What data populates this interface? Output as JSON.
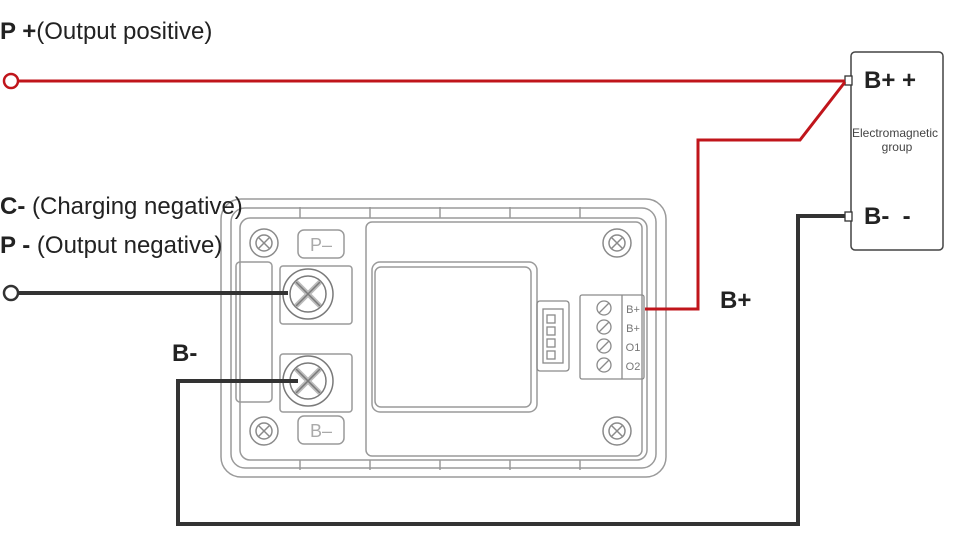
{
  "labels": {
    "p_plus_mark": "P +",
    "p_plus_desc": "(Output positive)",
    "c_minus_mark": "C-",
    "c_minus_desc": "(Charging negative)",
    "p_minus_mark": "P -",
    "p_minus_desc": "(Output negative)",
    "b_plus_wire": "B+",
    "b_minus_wire": "B-"
  },
  "battery": {
    "plus_label": "B+ +",
    "minus_label": "B-  -",
    "name_line1": "Electromagnetic",
    "name_line2": "group"
  },
  "device": {
    "tag_top": "P–",
    "tag_bottom": "B–",
    "terminals": [
      "B+",
      "B+",
      "O1",
      "O2"
    ]
  },
  "colors": {
    "positive_wire": "#c0151b",
    "negative_wire": "#333333",
    "device_outline": "#999999"
  }
}
